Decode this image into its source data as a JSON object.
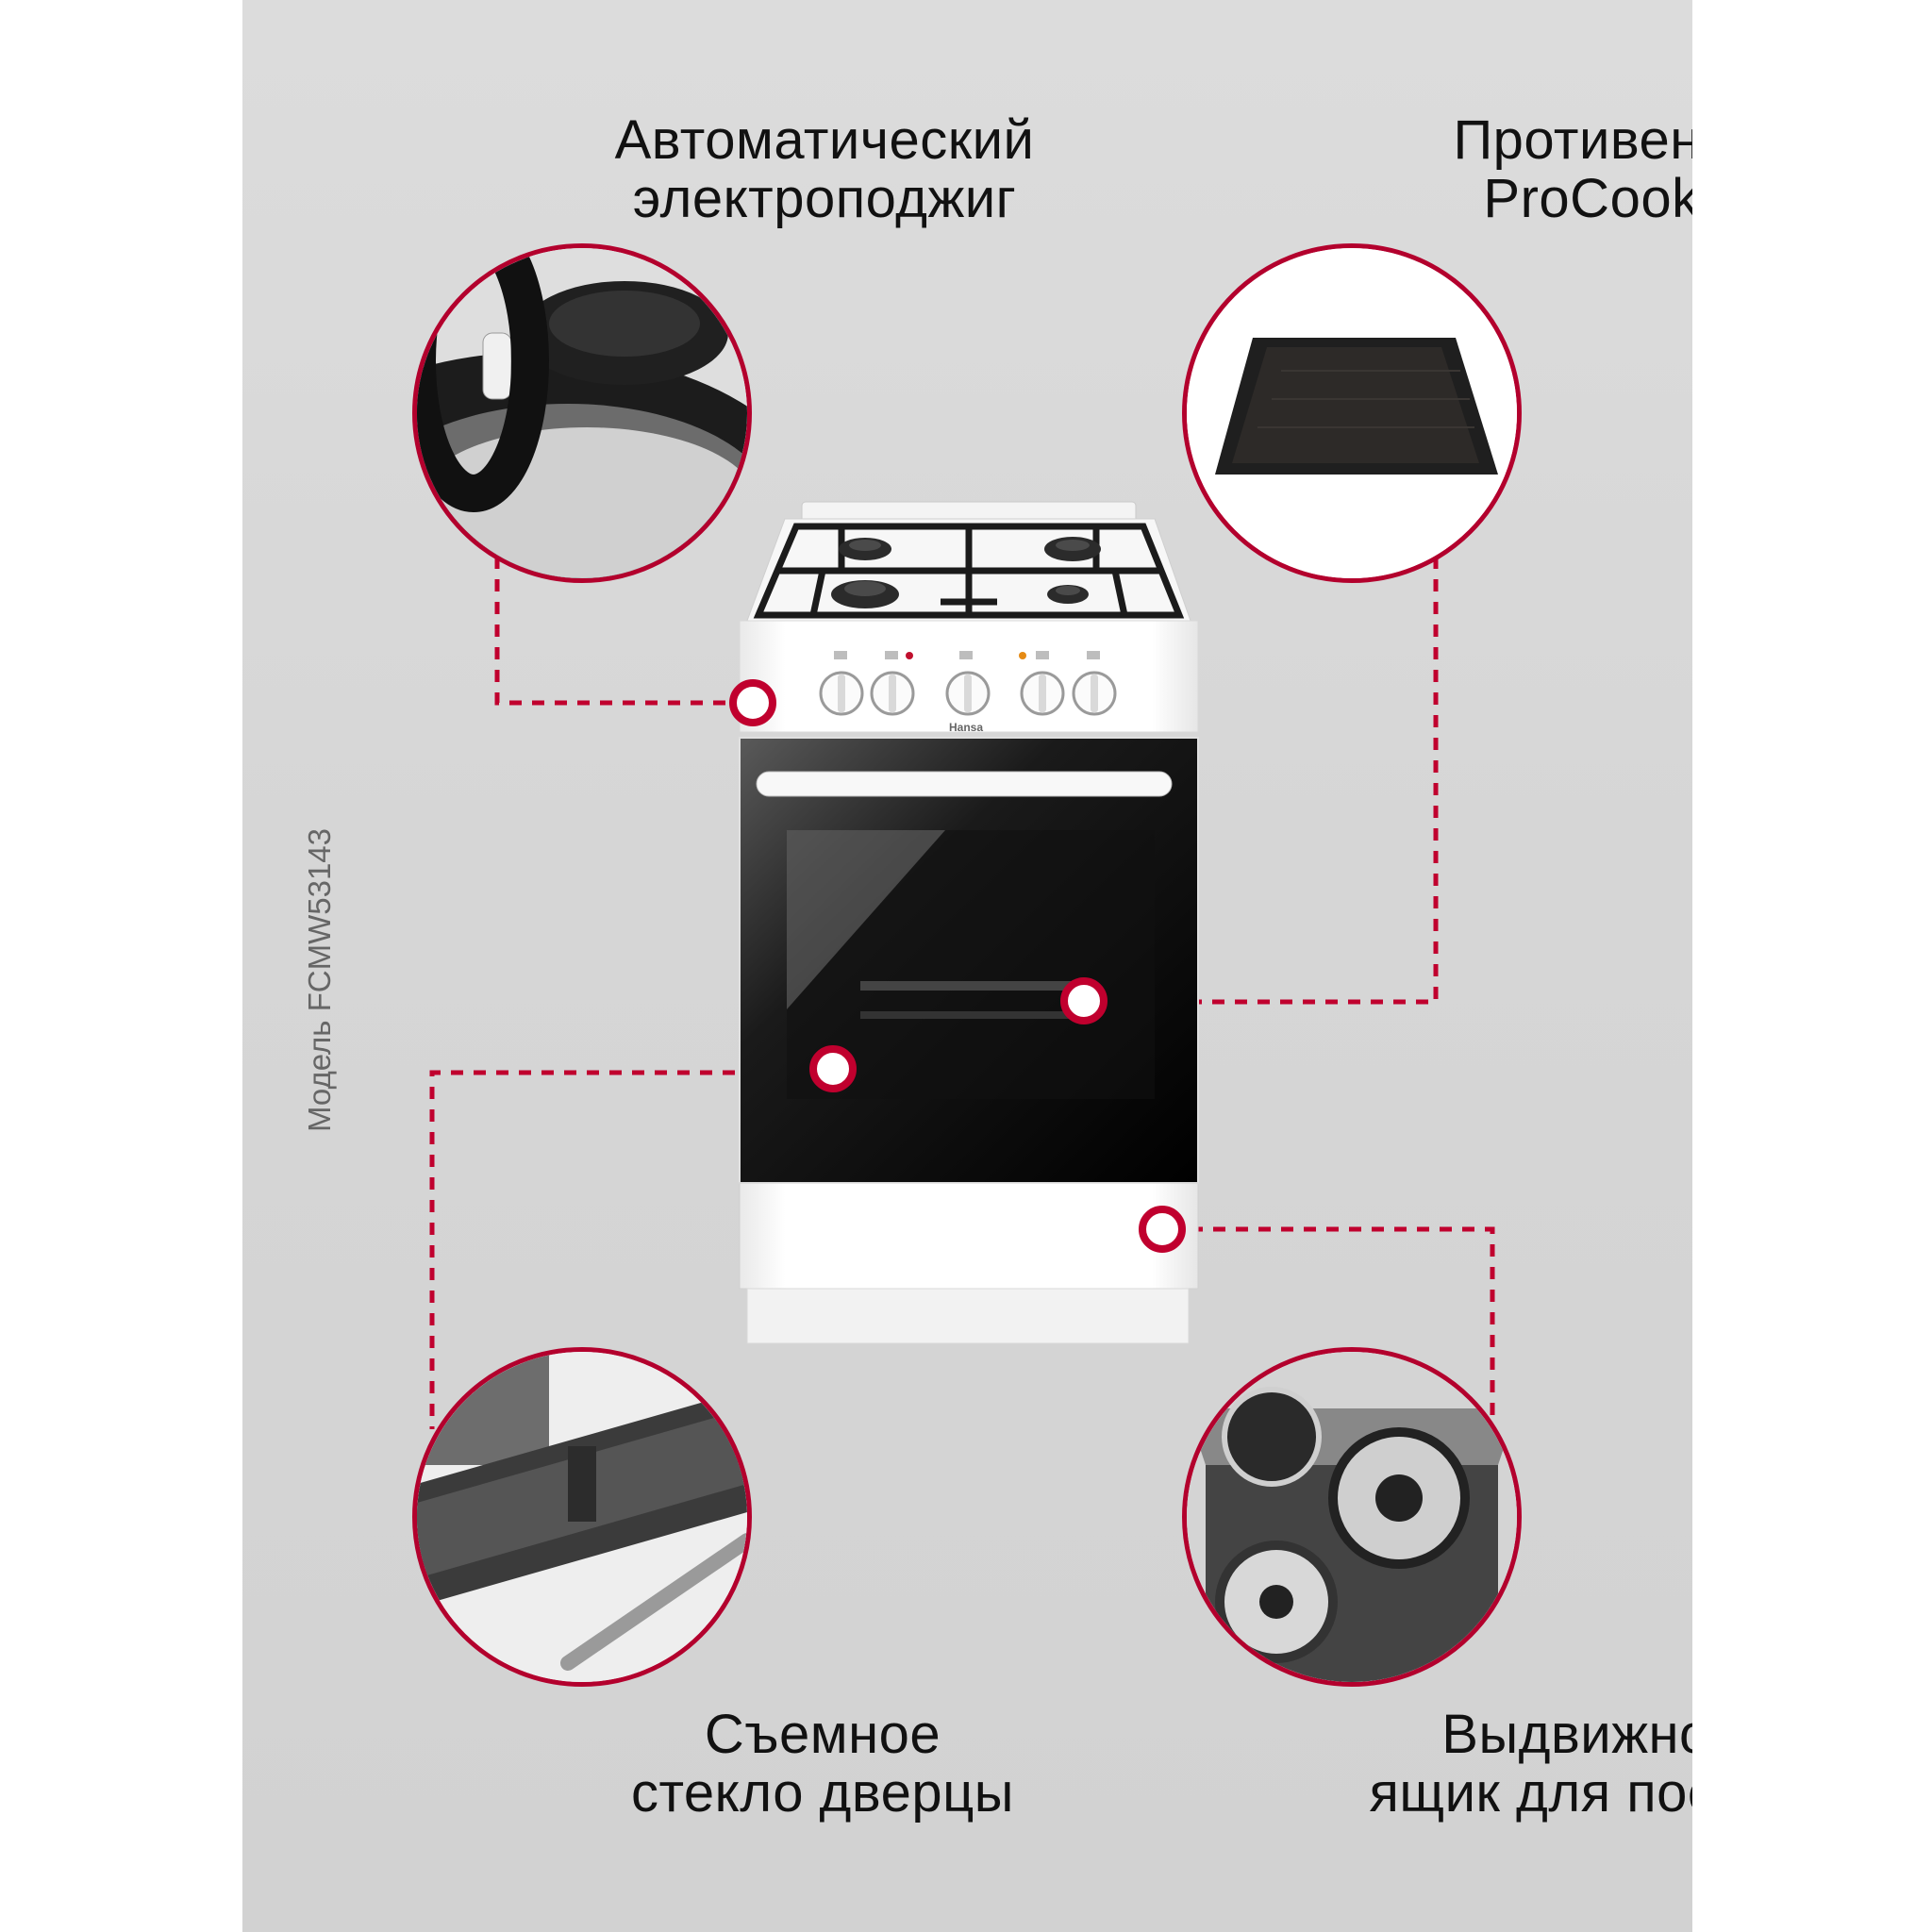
{
  "features": {
    "ignition": {
      "line1": "Автоматический",
      "line2": "электроподжиг",
      "image_icon": "burner-closeup-icon"
    },
    "tray": {
      "line1": "Противень",
      "line2": "ProCook",
      "image_icon": "baking-tray-icon"
    },
    "glass": {
      "line1": "Съемное",
      "line2": "стекло дверцы",
      "image_icon": "oven-door-glass-icon"
    },
    "drawer": {
      "line1": "Выдвижной",
      "line2": "ящик для посуды",
      "image_icon": "cookware-drawer-icon"
    }
  },
  "model_label": "Модель FCMW53143",
  "stove": {
    "brand": "Hansa",
    "knob_count": 5
  },
  "colors": {
    "accent": "#c0002e",
    "background": "#d8d8d8",
    "stove_body": "#ffffff",
    "oven_door": "#0d0d0d"
  }
}
